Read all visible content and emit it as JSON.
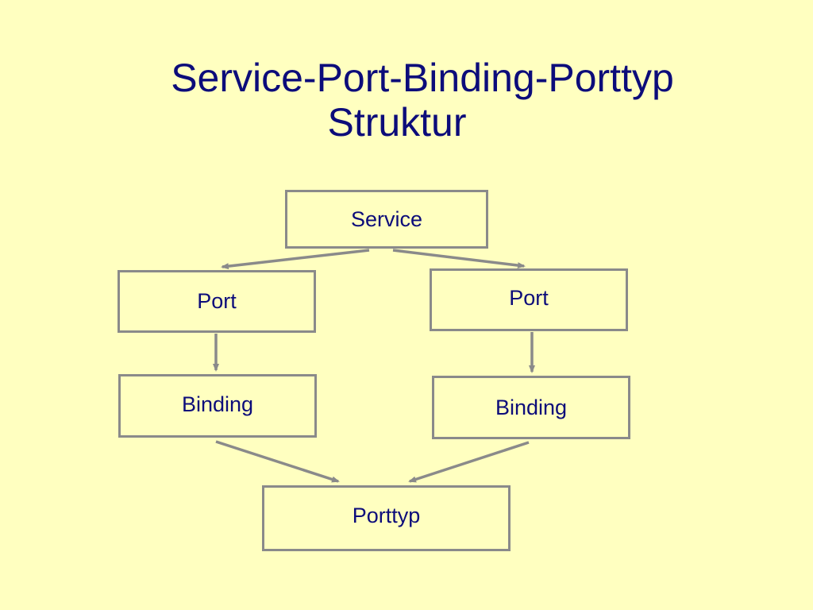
{
  "title": {
    "line1": "Service-Port-Binding-Porttyp",
    "line2": "Struktur"
  },
  "nodes": {
    "service": "Service",
    "port_left": "Port",
    "port_right": "Port",
    "binding_left": "Binding",
    "binding_right": "Binding",
    "porttyp": "Porttyp"
  },
  "edges": [
    {
      "from": "service",
      "to": "port_left"
    },
    {
      "from": "service",
      "to": "port_right"
    },
    {
      "from": "port_left",
      "to": "binding_left"
    },
    {
      "from": "port_right",
      "to": "binding_right"
    },
    {
      "from": "binding_left",
      "to": "porttyp"
    },
    {
      "from": "binding_right",
      "to": "porttyp"
    }
  ],
  "colors": {
    "background": "#ffffc0",
    "text": "#0c0c7a",
    "border": "#8a8a8a"
  }
}
